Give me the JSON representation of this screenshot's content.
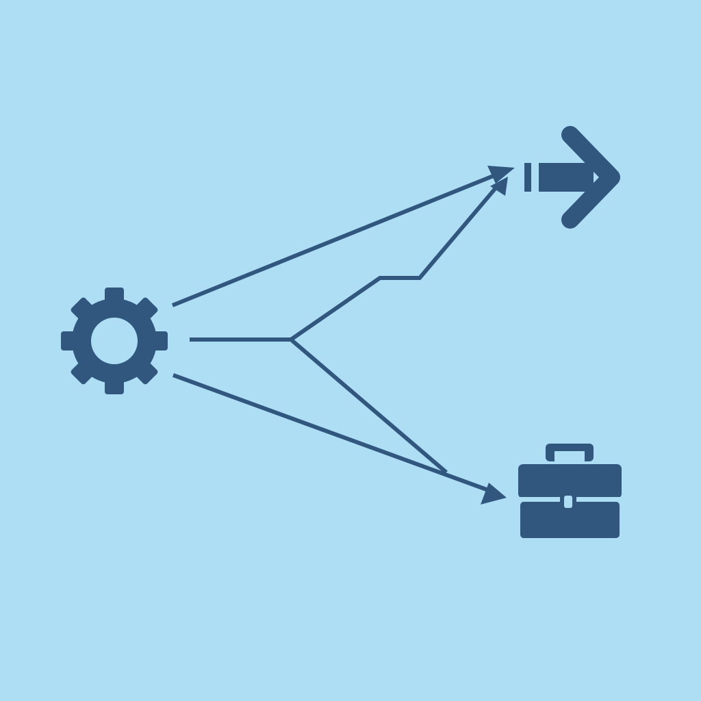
{
  "colors": {
    "background": "#aedef3",
    "ink": "#31577f"
  },
  "nodes": [
    {
      "id": "source",
      "icon": "gear-icon"
    },
    {
      "id": "target-top",
      "icon": "arrow-right-icon"
    },
    {
      "id": "target-bottom",
      "icon": "briefcase-icon"
    }
  ],
  "connectors": [
    {
      "from": "source",
      "to": "target-top",
      "kind": "direct-arrow"
    },
    {
      "from": "source",
      "to": "target-top",
      "kind": "branched-arrow"
    },
    {
      "from": "source",
      "to": "target-bottom",
      "kind": "branched-line"
    },
    {
      "from": "source",
      "to": "target-bottom",
      "kind": "direct-arrow"
    }
  ]
}
